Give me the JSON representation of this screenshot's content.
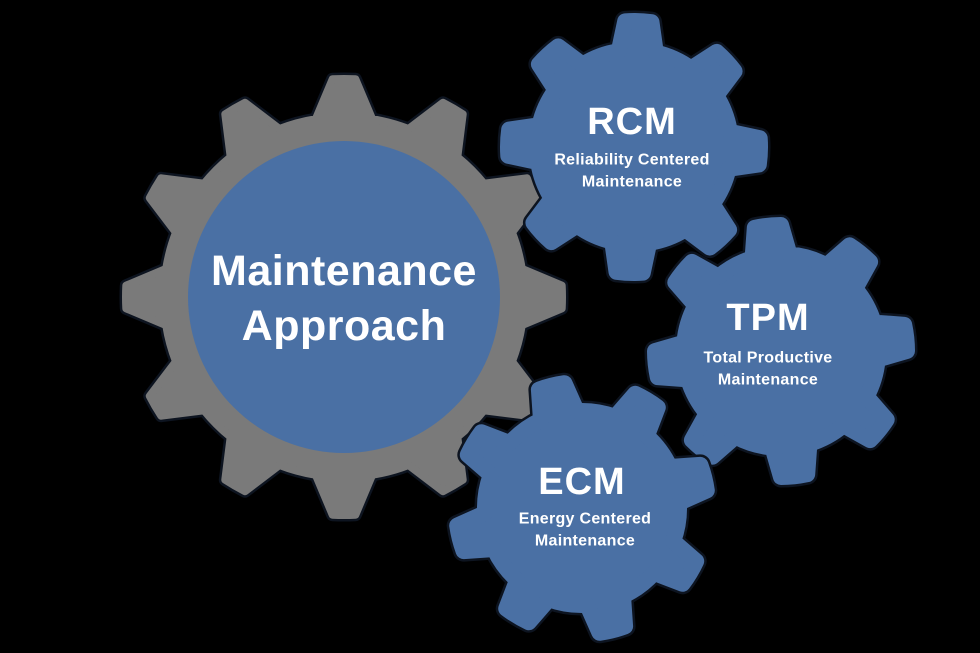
{
  "colors": {
    "background": "#000000",
    "gear_gray": "#7a7a7a",
    "gear_blue": "#4a70a4",
    "outline": "#0d1420",
    "text": "#ffffff"
  },
  "hub": {
    "title_line1": "Maintenance",
    "title_line2": "Approach"
  },
  "gears": [
    {
      "abbr": "RCM",
      "name_line1": "Reliability Centered",
      "name_line2": "Maintenance"
    },
    {
      "abbr": "TPM",
      "name_line1": "Total Productive",
      "name_line2": "Maintenance"
    },
    {
      "abbr": "ECM",
      "name_line1": "Energy Centered",
      "name_line2": "Maintenance"
    }
  ]
}
